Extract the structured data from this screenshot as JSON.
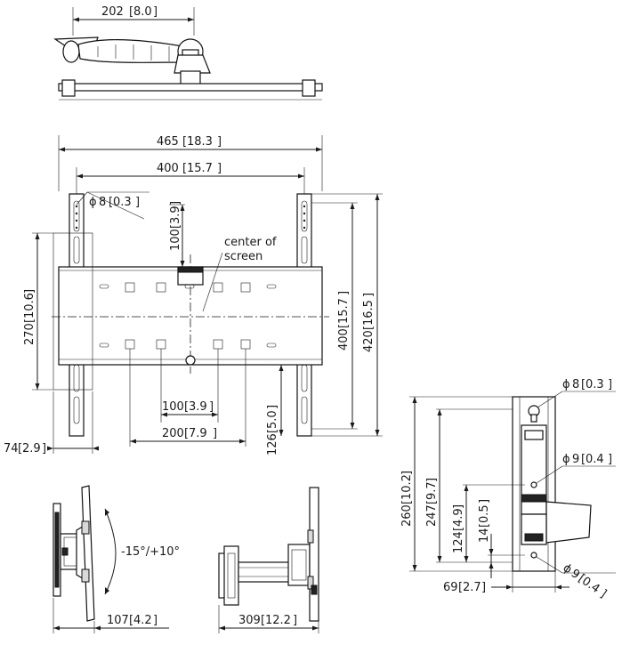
{
  "top_view": {
    "arm_depth": {
      "value": "202",
      "bracket": "8.0"
    }
  },
  "front_view": {
    "width_outer": {
      "value": "465",
      "bracket": "18.3"
    },
    "width_holes": {
      "value": "400",
      "bracket": "15.7"
    },
    "hole_diameter": {
      "symbol": "ϕ",
      "value": "8",
      "bracket": "0.3"
    },
    "offset_100": {
      "value": "100",
      "bracket": "3.9"
    },
    "center_label_line1": "center of",
    "center_label_line2": "screen",
    "height_left": {
      "value": "270",
      "bracket": "10.6"
    },
    "height_inner": {
      "value": "400",
      "bracket": "15.7"
    },
    "height_outer": {
      "value": "420",
      "bracket": "16.5"
    },
    "spacing_100": {
      "value": "100",
      "bracket": "3.9"
    },
    "spacing_200": {
      "value": "200",
      "bracket": "7.9"
    },
    "offset_126": {
      "value": "126",
      "bracket": "5.0"
    },
    "depth_74": {
      "value": "74",
      "bracket": "2.9"
    }
  },
  "side_view": {
    "top_hole": {
      "symbol": "ϕ",
      "value": "8",
      "bracket": "0.3"
    },
    "mid_hole": {
      "symbol": "ϕ",
      "value": "9",
      "bracket": "0.4"
    },
    "bottom_hole": {
      "symbol": "ϕ",
      "value": "9",
      "bracket": "0.4"
    },
    "h_260": {
      "value": "260",
      "bracket": "10.2"
    },
    "h_247": {
      "value": "247",
      "bracket": "9.7"
    },
    "h_124": {
      "value": "124",
      "bracket": "4.9"
    },
    "h_14": {
      "value": "14",
      "bracket": "0.5"
    },
    "w_69": {
      "value": "69",
      "bracket": "2.7"
    }
  },
  "tilt_view": {
    "tilt_range": "-15°/+10°",
    "depth_min": {
      "value": "107",
      "bracket": "4.2"
    }
  },
  "extended_view": {
    "depth_max": {
      "value": "309",
      "bracket": "12.2"
    }
  }
}
